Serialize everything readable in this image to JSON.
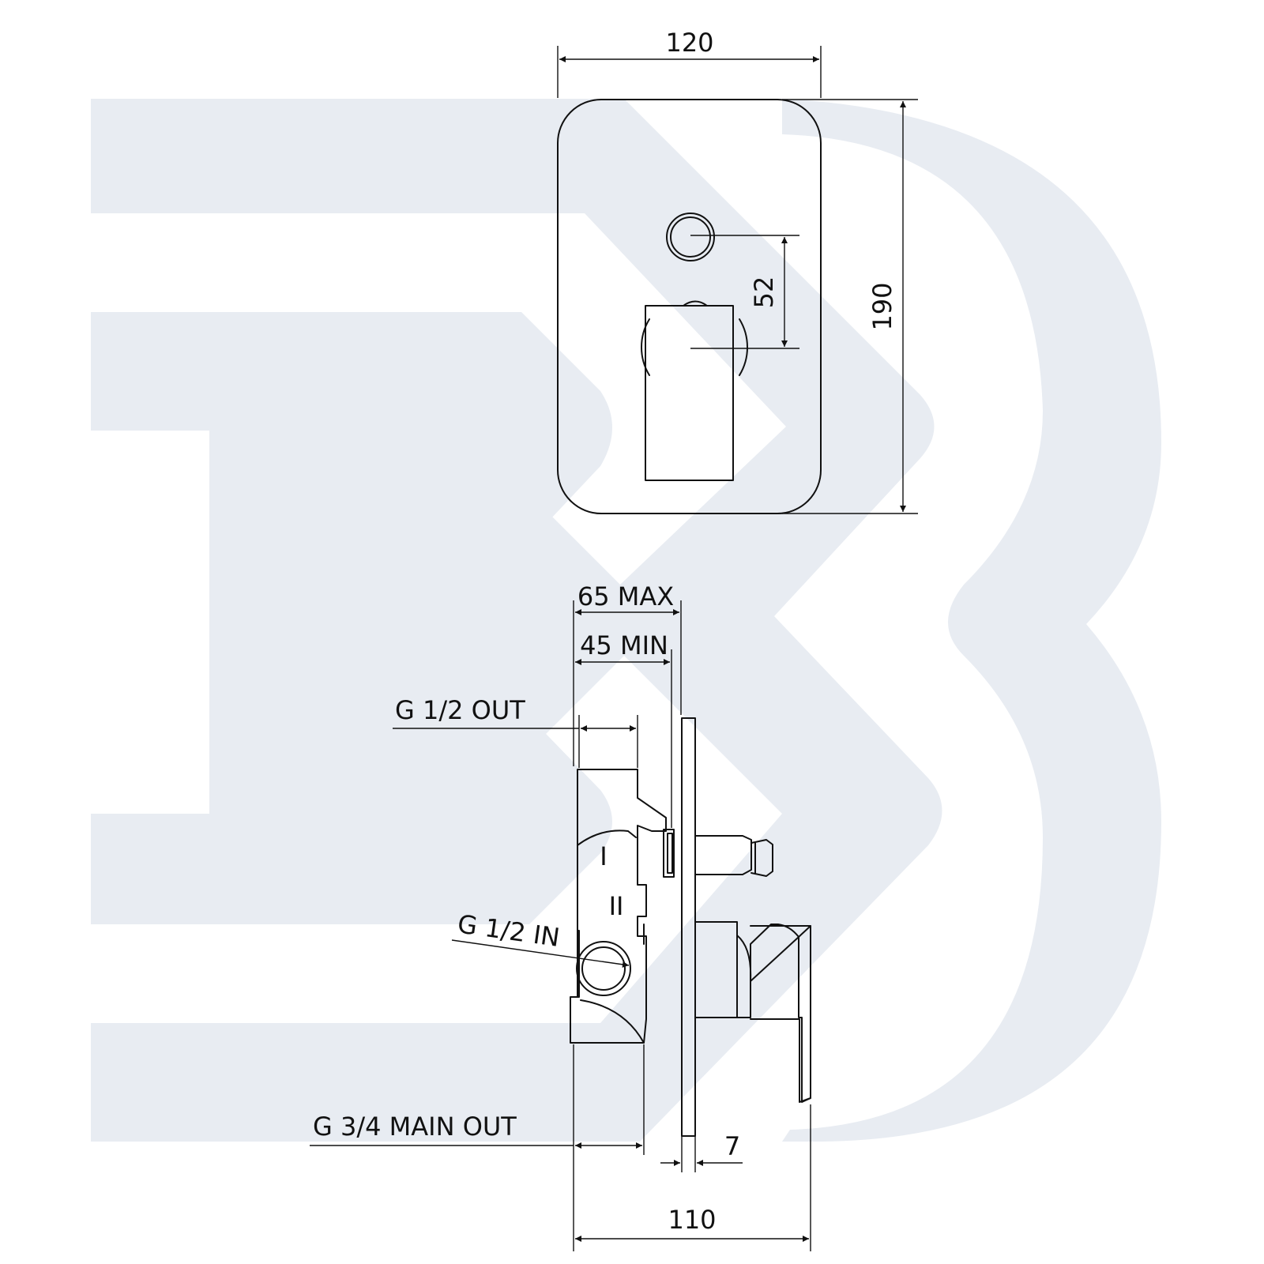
{
  "watermark": {
    "logo": "BB",
    "color": "#e8ecf2"
  },
  "front_view": {
    "width_label": "120",
    "height_label": "190",
    "spacing_label": "52"
  },
  "side_view": {
    "depth_max_label": "65 MAX",
    "depth_min_label": "45 MIN",
    "outlet_label": "G 1/2 OUT",
    "inlet_label": "G 1/2 IN",
    "main_outlet_label": "G 3/4 MAIN OUT",
    "plate_thickness_label": "7",
    "overall_depth_label": "110",
    "port_marks": [
      "I",
      "II"
    ]
  }
}
